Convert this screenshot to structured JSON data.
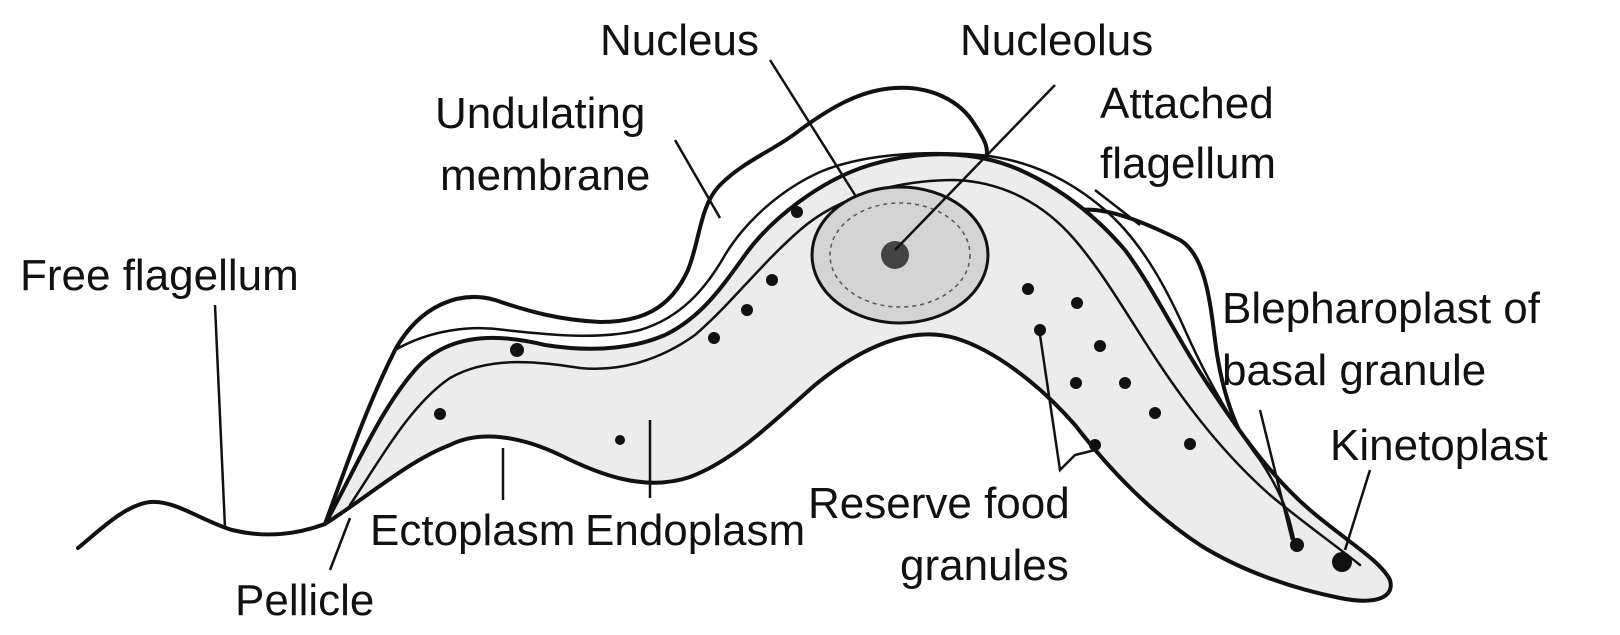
{
  "diagram": {
    "labels": {
      "nucleus": "Nucleus",
      "nucleolus": "Nucleolus",
      "undulating_membrane_1": "Undulating",
      "undulating_membrane_2": "membrane",
      "attached_flagellum_1": "Attached",
      "attached_flagellum_2": "flagellum",
      "free_flagellum": "Free flagellum",
      "blepharoplast_1": "Blepharoplast of",
      "blepharoplast_2": "basal granule",
      "kinetoplast": "Kinetoplast",
      "ectoplasm": "Ectoplasm",
      "endoplasm": "Endoplasm",
      "reserve_food_1": "Reserve food",
      "reserve_food_2": "granules",
      "pellicle": "Pellicle"
    },
    "colors": {
      "ink": "#111111",
      "cytoplasm": "#ececec",
      "nucleus": "#d4d4d4",
      "background": "#ffffff"
    }
  }
}
